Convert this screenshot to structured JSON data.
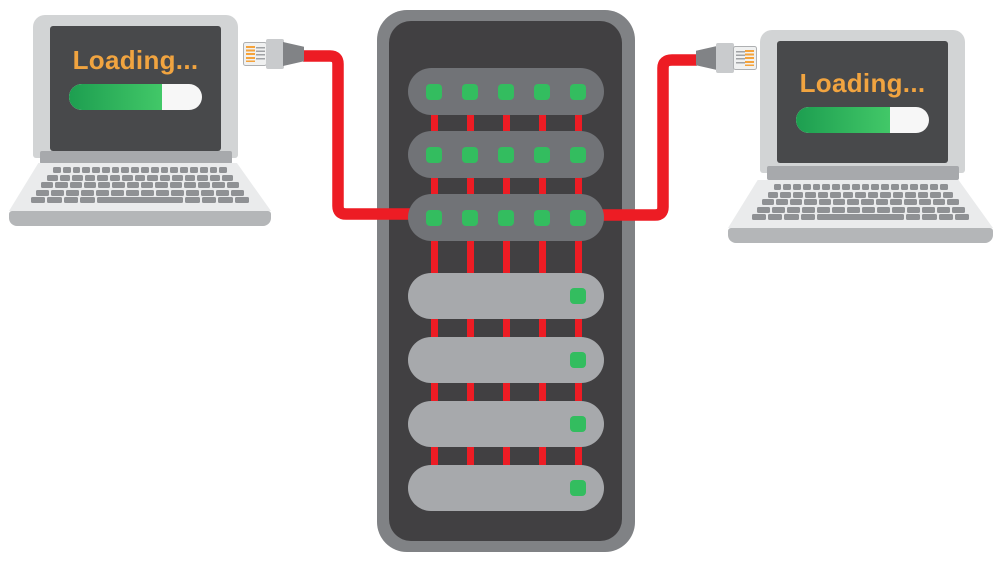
{
  "title": "Two laptops loading data through a network server",
  "colors": {
    "cable_red": "#ed1c24",
    "led_green": "#33bd5f",
    "loading_text_orange": "#f1a440",
    "progress_green_dark": "#1d9e50",
    "progress_green_light": "#42c868",
    "server_body_dark": "#414042",
    "server_frame_gray": "#808285",
    "switch_pill_gray": "#717377",
    "unit_pill_gray": "#a7a9ac",
    "laptop_gray": "#d2d4d5",
    "screen_dark": "#48494b",
    "connector_pin_orange": "#f5a33b"
  },
  "laptops": [
    {
      "side": "left",
      "loading_label": "Loading...",
      "progress_percent": 70
    },
    {
      "side": "right",
      "loading_label": "Loading...",
      "progress_percent": 71
    }
  ],
  "server": {
    "switch_rows": 3,
    "leds_per_row": 5,
    "unit_rows": 4,
    "leds_per_unit": 1,
    "stub_columns": 5
  },
  "connectors": {
    "type": "rj45-ethernet",
    "count": 2
  }
}
